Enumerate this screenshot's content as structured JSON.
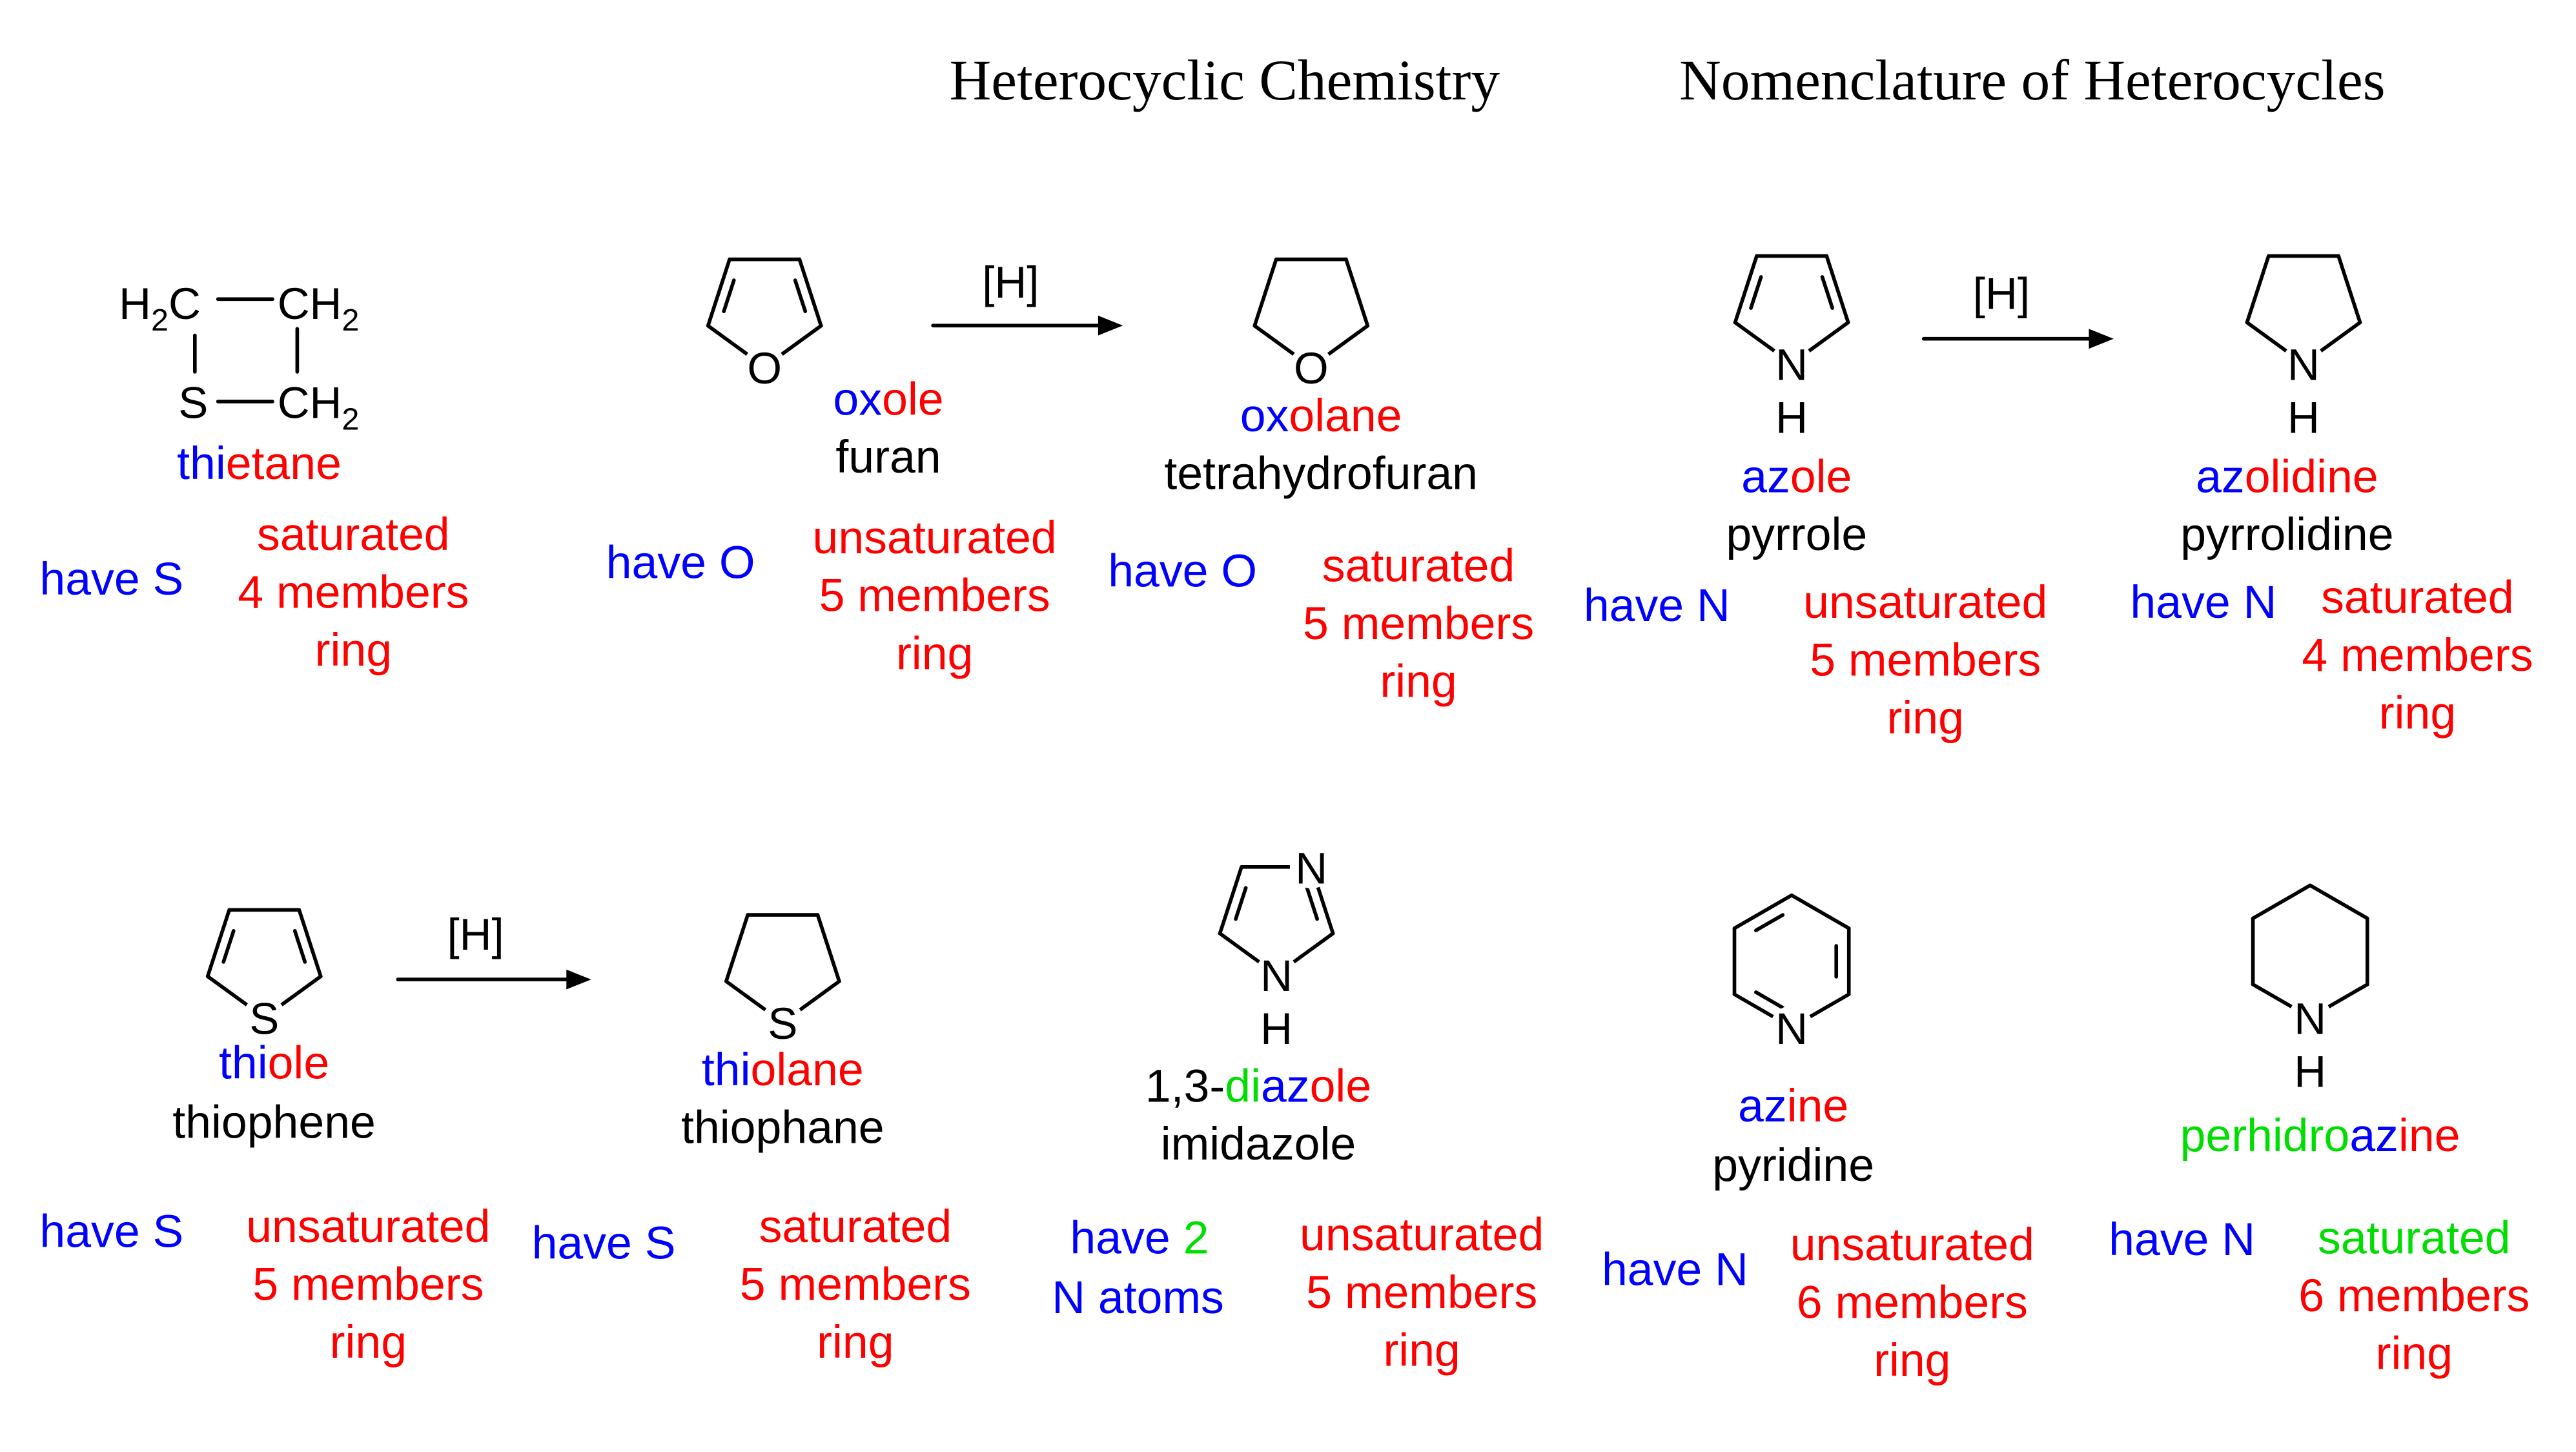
{
  "titles": [
    "Heterocyclic Chemistry",
    "Nomenclature of Heterocycles"
  ],
  "reaction_label": "[H]",
  "colors": {
    "blue": "#0000ff",
    "red": "#ff0000",
    "green": "#00dd00",
    "black": "#000000"
  },
  "compounds": [
    {
      "id": "thietane",
      "atoms": [
        "H2C",
        "CH2",
        "S",
        "CH2"
      ],
      "name": [
        {
          "t": "thi",
          "c": "blue"
        },
        {
          "t": "etane",
          "c": "red"
        }
      ],
      "common": "",
      "have": [
        [
          {
            "t": "have S",
            "c": "blue"
          }
        ]
      ],
      "desc": [
        {
          "t": "saturated",
          "c": "red"
        },
        {
          "t": "4 members",
          "c": "red"
        },
        {
          "t": "ring",
          "c": "red"
        }
      ]
    },
    {
      "id": "furan",
      "atoms": [
        "O"
      ],
      "name": [
        {
          "t": "ox",
          "c": "blue"
        },
        {
          "t": "ole",
          "c": "red"
        }
      ],
      "common": "furan",
      "have": [
        [
          {
            "t": "have O",
            "c": "blue"
          }
        ]
      ],
      "desc": [
        {
          "t": "unsaturated",
          "c": "red"
        },
        {
          "t": "5 members",
          "c": "red"
        },
        {
          "t": "ring",
          "c": "red"
        }
      ]
    },
    {
      "id": "tetrahydrofuran",
      "atoms": [
        "O"
      ],
      "name": [
        {
          "t": "ox",
          "c": "blue"
        },
        {
          "t": "olane",
          "c": "red"
        }
      ],
      "common": "tetrahydrofuran",
      "have": [
        [
          {
            "t": "have O",
            "c": "blue"
          }
        ]
      ],
      "desc": [
        {
          "t": "saturated",
          "c": "red"
        },
        {
          "t": "5 members",
          "c": "red"
        },
        {
          "t": "ring",
          "c": "red"
        }
      ]
    },
    {
      "id": "pyrrole",
      "atoms": [
        "N",
        "H"
      ],
      "name": [
        {
          "t": "az",
          "c": "blue"
        },
        {
          "t": "ole",
          "c": "red"
        }
      ],
      "common": "pyrrole",
      "have": [
        [
          {
            "t": "have N",
            "c": "blue"
          }
        ]
      ],
      "desc": [
        {
          "t": "unsaturated",
          "c": "red"
        },
        {
          "t": "5 members",
          "c": "red"
        },
        {
          "t": "ring",
          "c": "red"
        }
      ]
    },
    {
      "id": "pyrrolidine",
      "atoms": [
        "N",
        "H"
      ],
      "name": [
        {
          "t": "az",
          "c": "blue"
        },
        {
          "t": "olidine",
          "c": "red"
        }
      ],
      "common": "pyrrolidine",
      "have": [
        [
          {
            "t": "have N",
            "c": "blue"
          }
        ]
      ],
      "desc": [
        {
          "t": "saturated",
          "c": "red"
        },
        {
          "t": "4 members",
          "c": "red"
        },
        {
          "t": "ring",
          "c": "red"
        }
      ]
    },
    {
      "id": "thiophene",
      "atoms": [
        "S"
      ],
      "name": [
        {
          "t": "thi",
          "c": "blue"
        },
        {
          "t": "ole",
          "c": "red"
        }
      ],
      "common": "thiophene",
      "have": [
        [
          {
            "t": "have S",
            "c": "blue"
          }
        ]
      ],
      "desc": [
        {
          "t": "unsaturated",
          "c": "red"
        },
        {
          "t": "5 members",
          "c": "red"
        },
        {
          "t": "ring",
          "c": "red"
        }
      ]
    },
    {
      "id": "thiophane",
      "atoms": [
        "S"
      ],
      "name": [
        {
          "t": "thi",
          "c": "blue"
        },
        {
          "t": "olane",
          "c": "red"
        }
      ],
      "common": "thiophane",
      "have": [
        [
          {
            "t": "have S",
            "c": "blue"
          }
        ]
      ],
      "desc": [
        {
          "t": "saturated",
          "c": "red"
        },
        {
          "t": "5 members",
          "c": "red"
        },
        {
          "t": "ring",
          "c": "red"
        }
      ]
    },
    {
      "id": "imidazole",
      "atoms": [
        "N",
        "N",
        "H"
      ],
      "name": [
        {
          "t": "1,3-",
          "c": "black"
        },
        {
          "t": "di",
          "c": "green"
        },
        {
          "t": "az",
          "c": "blue"
        },
        {
          "t": "ole",
          "c": "red"
        }
      ],
      "common": "imidazole",
      "have": [
        [
          {
            "t": "have ",
            "c": "blue"
          },
          {
            "t": "2",
            "c": "green"
          }
        ],
        [
          {
            "t": "N atoms",
            "c": "blue"
          }
        ]
      ],
      "desc": [
        {
          "t": "unsaturated",
          "c": "red"
        },
        {
          "t": "5 members",
          "c": "red"
        },
        {
          "t": "ring",
          "c": "red"
        }
      ]
    },
    {
      "id": "pyridine",
      "atoms": [
        "N"
      ],
      "name": [
        {
          "t": "az",
          "c": "blue"
        },
        {
          "t": "ine",
          "c": "red"
        }
      ],
      "common": "pyridine",
      "have": [
        [
          {
            "t": "have N",
            "c": "blue"
          }
        ]
      ],
      "desc": [
        {
          "t": "unsaturated",
          "c": "red"
        },
        {
          "t": "6 members",
          "c": "red"
        },
        {
          "t": "ring",
          "c": "red"
        }
      ]
    },
    {
      "id": "piperidine",
      "atoms": [
        "N",
        "H"
      ],
      "name": [
        {
          "t": "perhidro",
          "c": "green"
        },
        {
          "t": "az",
          "c": "blue"
        },
        {
          "t": "ine",
          "c": "red"
        }
      ],
      "common": "",
      "have": [
        [
          {
            "t": "have N",
            "c": "blue"
          }
        ]
      ],
      "desc": [
        {
          "t": "saturated",
          "c": "green"
        },
        {
          "t": "6 members",
          "c": "red"
        },
        {
          "t": "ring",
          "c": "red"
        }
      ]
    }
  ]
}
